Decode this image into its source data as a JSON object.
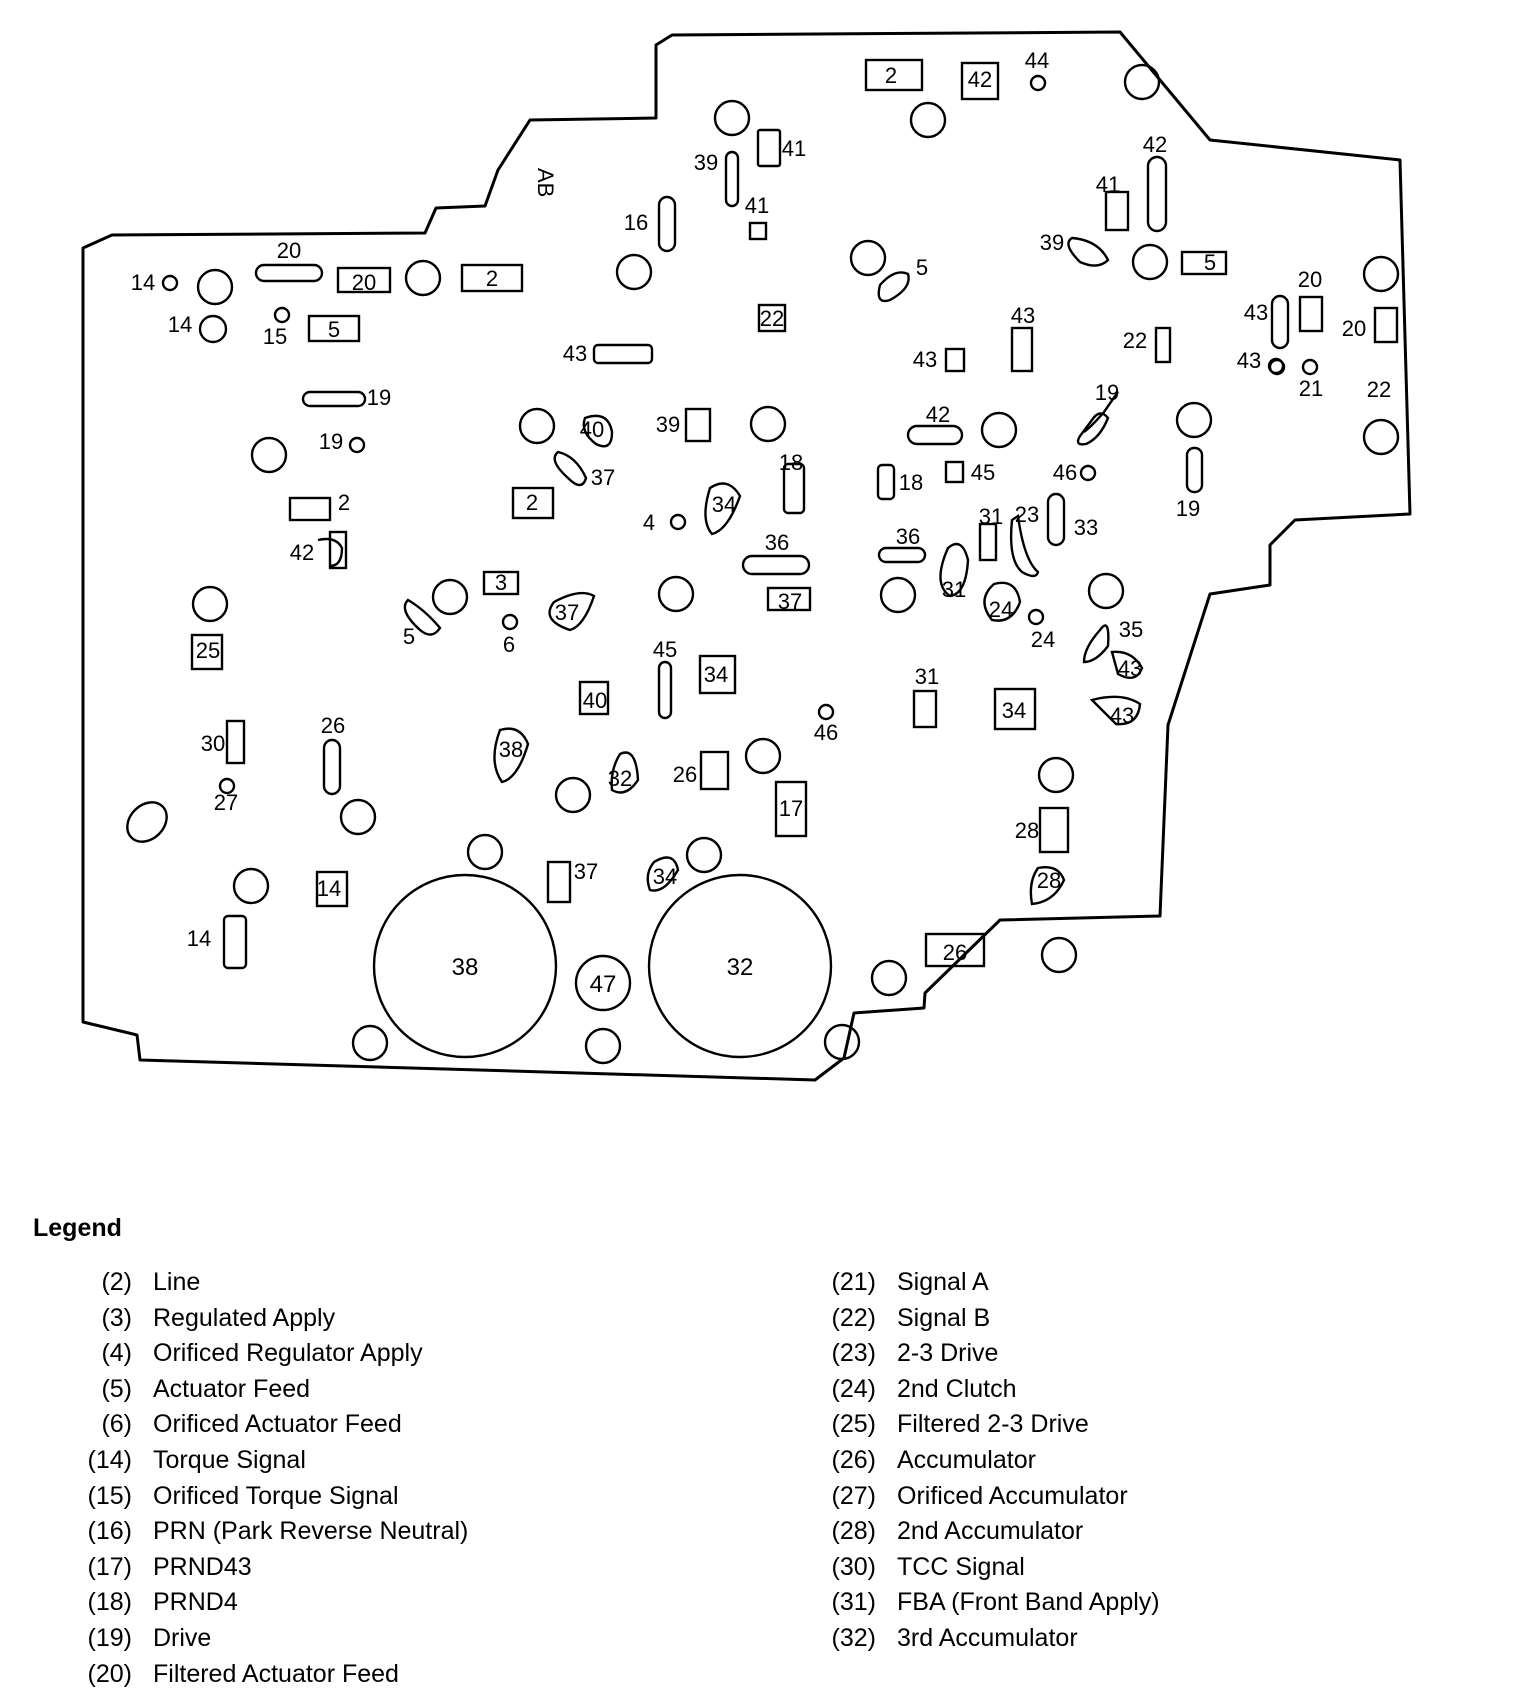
{
  "diagram": {
    "port_labels": {
      "AB": "AB",
      "n2": "2",
      "n3": "3",
      "n4": "4",
      "n5": "5",
      "n6": "6",
      "n14": "14",
      "n15": "15",
      "n16": "16",
      "n17": "17",
      "n18": "18",
      "n19": "19",
      "n20": "20",
      "n21": "21",
      "n22": "22",
      "n23": "23",
      "n24": "24",
      "n25": "25",
      "n26": "26",
      "n27": "27",
      "n28": "28",
      "n30": "30",
      "n31": "31",
      "n32": "32",
      "n33": "33",
      "n34": "34",
      "n35": "35",
      "n36": "36",
      "n37": "37",
      "n38": "38",
      "n39": "39",
      "n40": "40",
      "n41": "41",
      "n42": "42",
      "n43": "43",
      "n44": "44",
      "n45": "45",
      "n46": "46",
      "n47": "47"
    }
  },
  "legend": {
    "title": "Legend",
    "left": [
      {
        "code": "(2)",
        "label": "Line"
      },
      {
        "code": "(3)",
        "label": "Regulated Apply"
      },
      {
        "code": "(4)",
        "label": "Orificed Regulator Apply"
      },
      {
        "code": "(5)",
        "label": "Actuator Feed"
      },
      {
        "code": "(6)",
        "label": "Orificed Actuator Feed"
      },
      {
        "code": "(14)",
        "label": "Torque Signal"
      },
      {
        "code": "(15)",
        "label": "Orificed Torque Signal"
      },
      {
        "code": "(16)",
        "label": "PRN (Park Reverse Neutral)"
      },
      {
        "code": "(17)",
        "label": "PRND43"
      },
      {
        "code": "(18)",
        "label": "PRND4"
      },
      {
        "code": "(19)",
        "label": "Drive"
      },
      {
        "code": "(20)",
        "label": "Filtered Actuator Feed"
      }
    ],
    "right": [
      {
        "code": "(21)",
        "label": "Signal A"
      },
      {
        "code": "(22)",
        "label": "Signal B"
      },
      {
        "code": "(23)",
        "label": "2-3 Drive"
      },
      {
        "code": "(24)",
        "label": "2nd Clutch"
      },
      {
        "code": "(25)",
        "label": "Filtered 2-3 Drive"
      },
      {
        "code": "(26)",
        "label": "Accumulator"
      },
      {
        "code": "(27)",
        "label": "Orificed Accumulator"
      },
      {
        "code": "(28)",
        "label": "2nd Accumulator"
      },
      {
        "code": "(30)",
        "label": "TCC Signal"
      },
      {
        "code": "(31)",
        "label": "FBA (Front Band Apply)"
      },
      {
        "code": "(32)",
        "label": "3rd Accumulator"
      }
    ]
  }
}
